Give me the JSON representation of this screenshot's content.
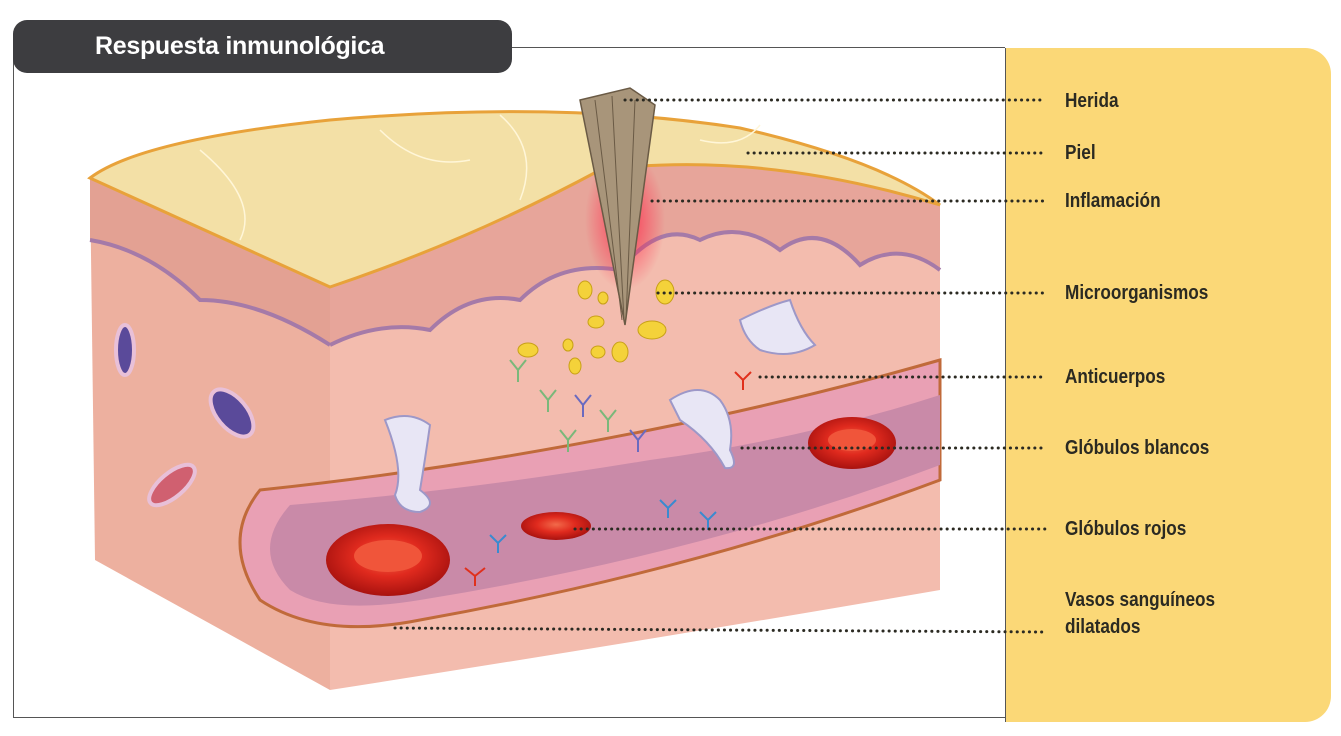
{
  "title": "Respuesta inmunológica",
  "labels": {
    "wound": "Herida",
    "skin": "Piel",
    "inflammation": "Inflamación",
    "microorganisms": "Microorganismos",
    "antibodies": "Anticuerpos",
    "white_cells": "Glóbulos blancos",
    "red_cells": "Glóbulos rojos",
    "vessels_line1": "Vasos sanguíneos",
    "vessels_line2": "dilatados"
  },
  "colors": {
    "panel": "#fbd877",
    "title_bg": "#3d3d40",
    "skin_top": "#f3e0a6",
    "tissue": "#f2b8a8",
    "blood": "#d8201c"
  }
}
